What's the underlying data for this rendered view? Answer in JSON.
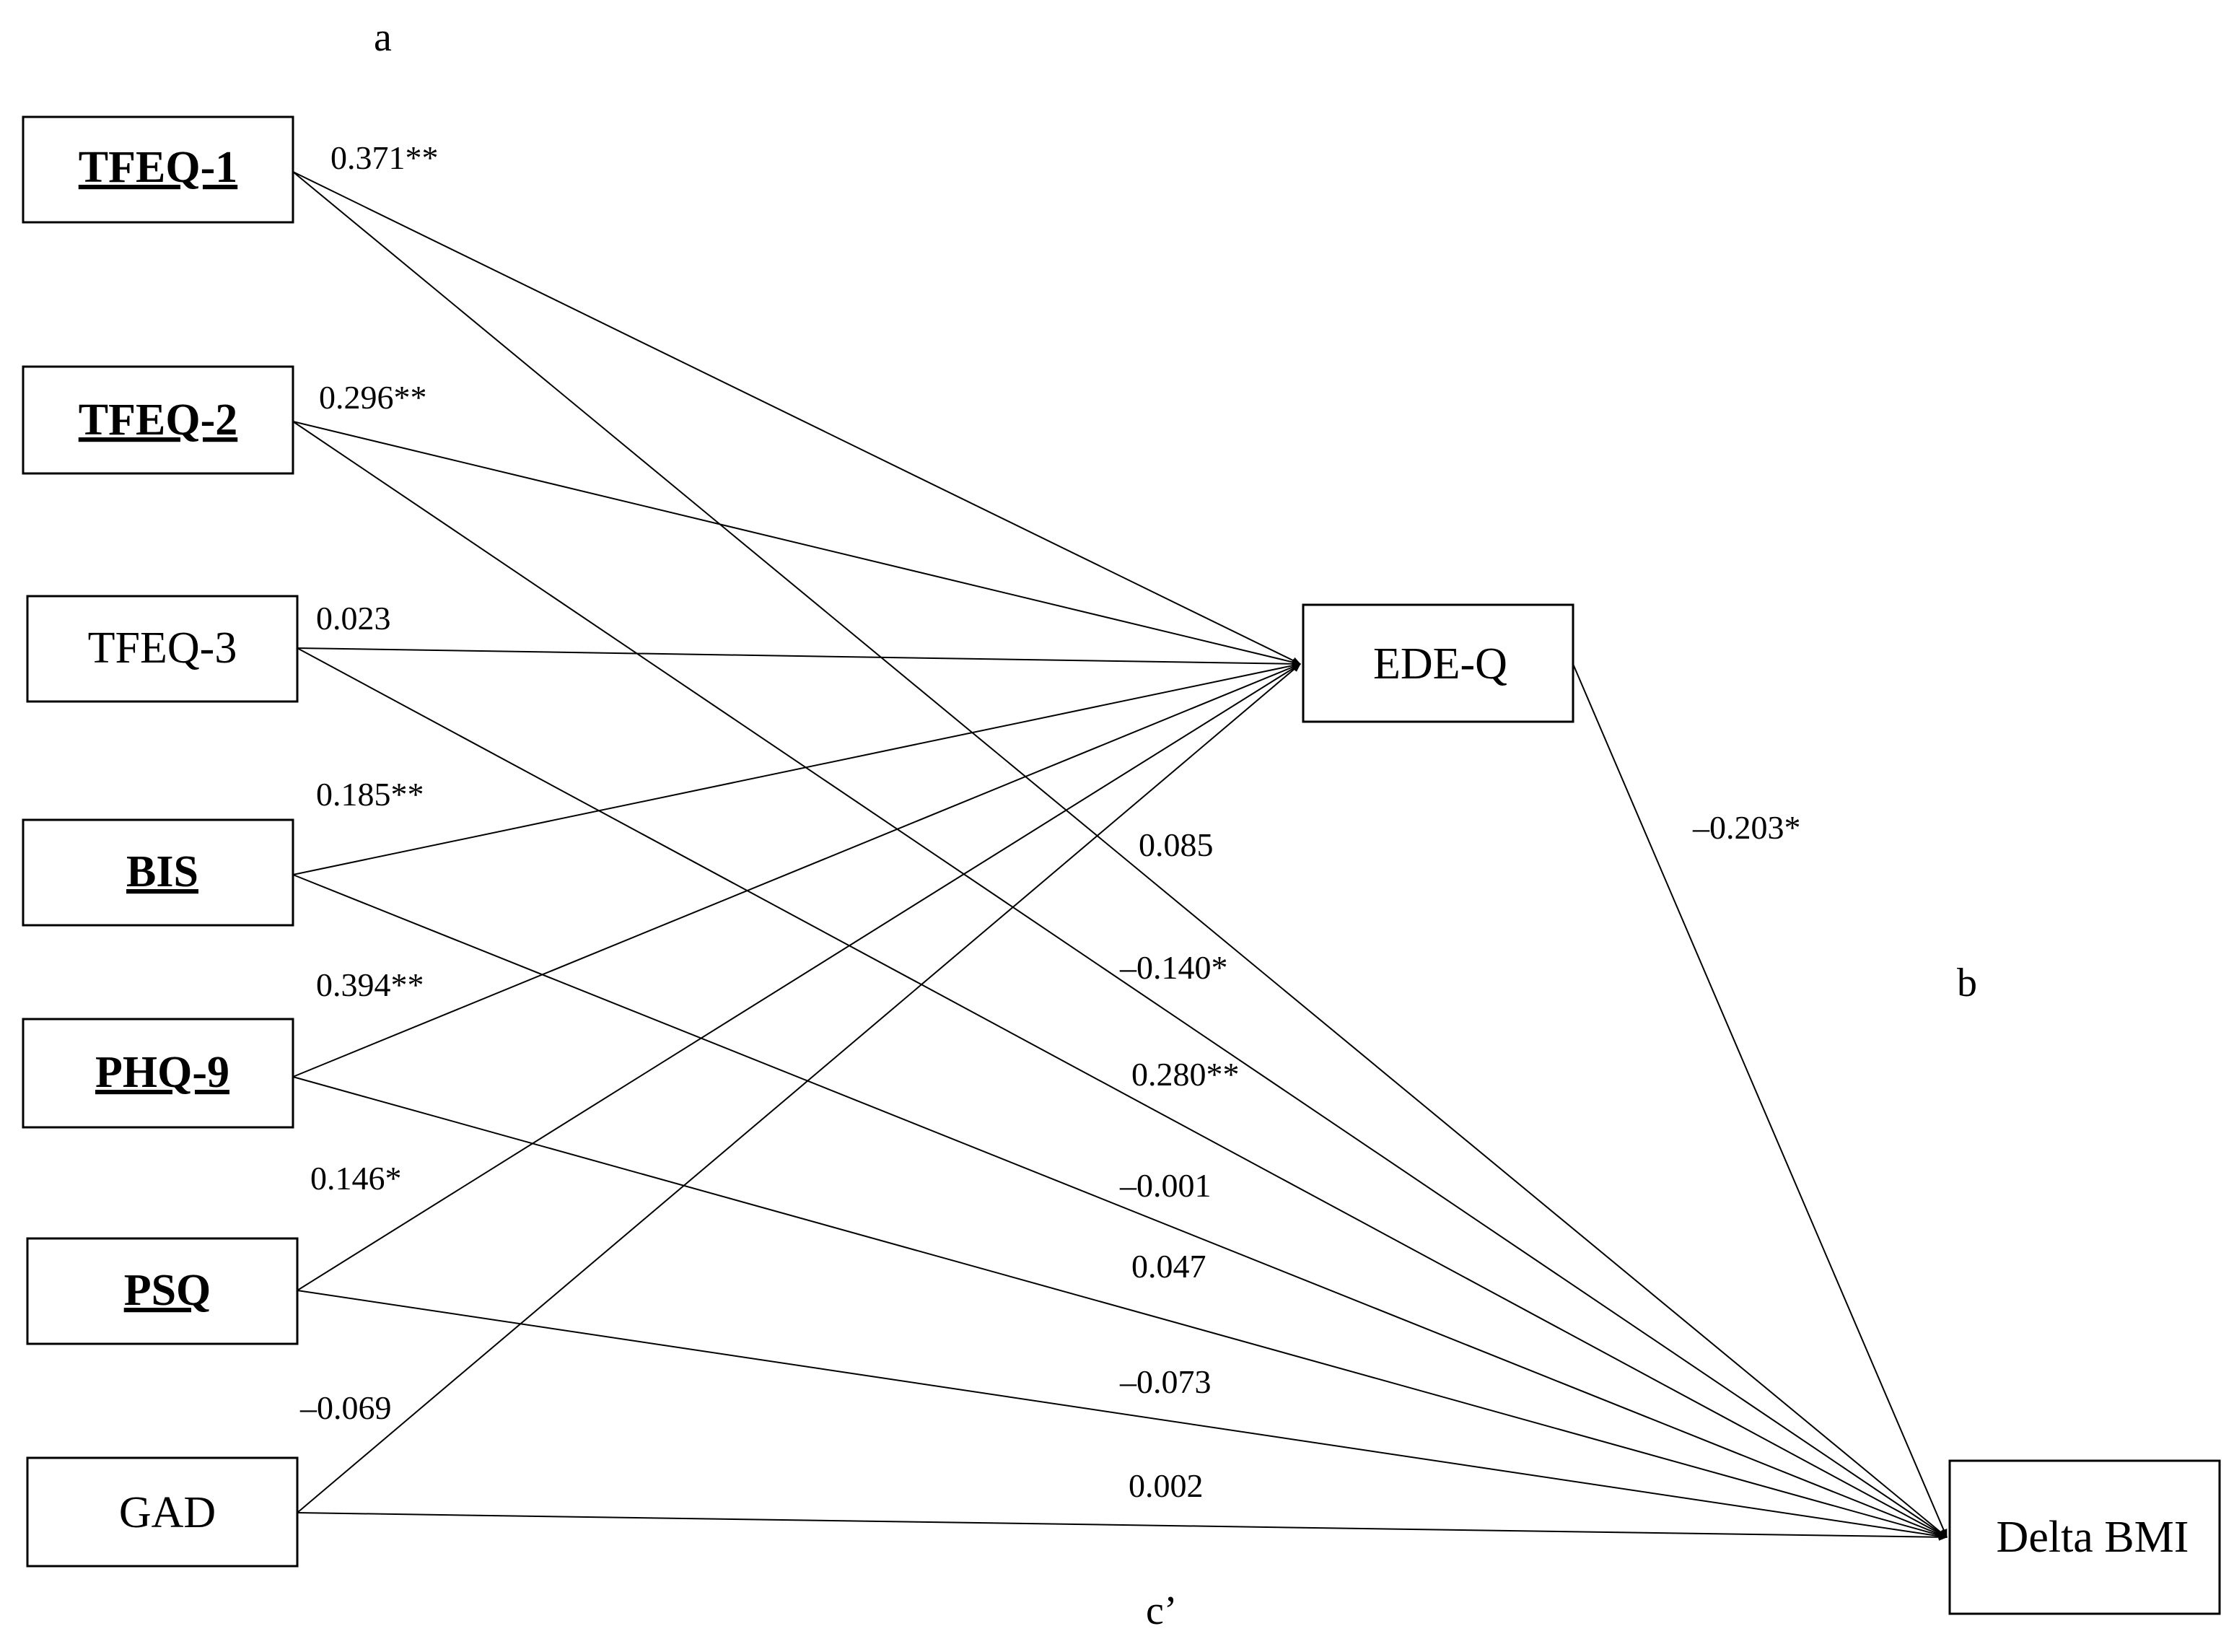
{
  "path_labels": {
    "a": "a",
    "b": "b",
    "c_prime": "c’"
  },
  "predictors": [
    {
      "id": "tfeq1",
      "label": "TFEQ-1",
      "bold": true,
      "coef_a": "0.371**",
      "coef_c": "0.085"
    },
    {
      "id": "tfeq2",
      "label": "TFEQ-2",
      "bold": true,
      "coef_a": "0.296**",
      "coef_c": "–0.140*"
    },
    {
      "id": "tfeq3",
      "label": "TFEQ-3",
      "bold": false,
      "coef_a": "0.023",
      "coef_c": "0.280**"
    },
    {
      "id": "bis",
      "label": "BIS",
      "bold": true,
      "coef_a": "0.185**",
      "coef_c": "–0.001"
    },
    {
      "id": "phq9",
      "label": "PHQ-9",
      "bold": true,
      "coef_a": "0.394**",
      "coef_c": "0.047"
    },
    {
      "id": "psq",
      "label": "PSQ",
      "bold": true,
      "coef_a": "0.146*",
      "coef_c": "–0.073"
    },
    {
      "id": "gad",
      "label": "GAD",
      "bold": false,
      "coef_a": "–0.069",
      "coef_c": "0.002"
    }
  ],
  "mediator": {
    "label": "EDE-Q",
    "coef_b": "–0.203*"
  },
  "outcome": {
    "label": "Delta BMI"
  }
}
